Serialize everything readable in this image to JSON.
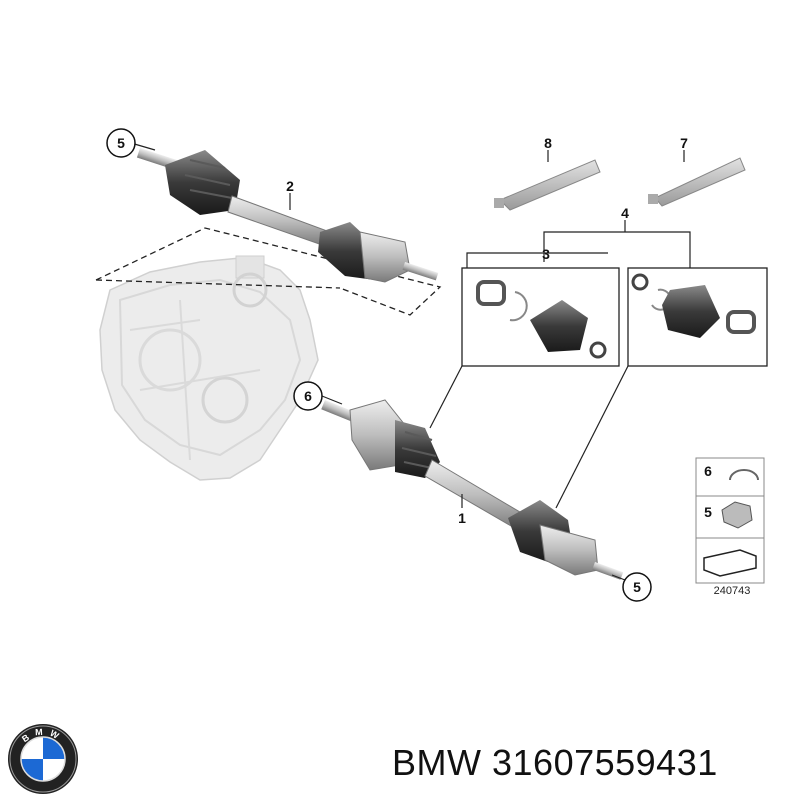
{
  "callouts": {
    "c5_top": "5",
    "c2": "2",
    "c8": "8",
    "c7": "7",
    "c4": "4",
    "c3": "3",
    "c6": "6",
    "c1": "1",
    "c5_bottom": "5"
  },
  "legend": {
    "item_6": "6",
    "item_5": "5",
    "reference": "240743"
  },
  "caption": {
    "brand": "BMW",
    "part_number": "31607559431"
  },
  "logo": {
    "letters": "BMW",
    "colors": {
      "blue": "#1c69d4",
      "white": "#ffffff",
      "ring": "#111111"
    }
  }
}
